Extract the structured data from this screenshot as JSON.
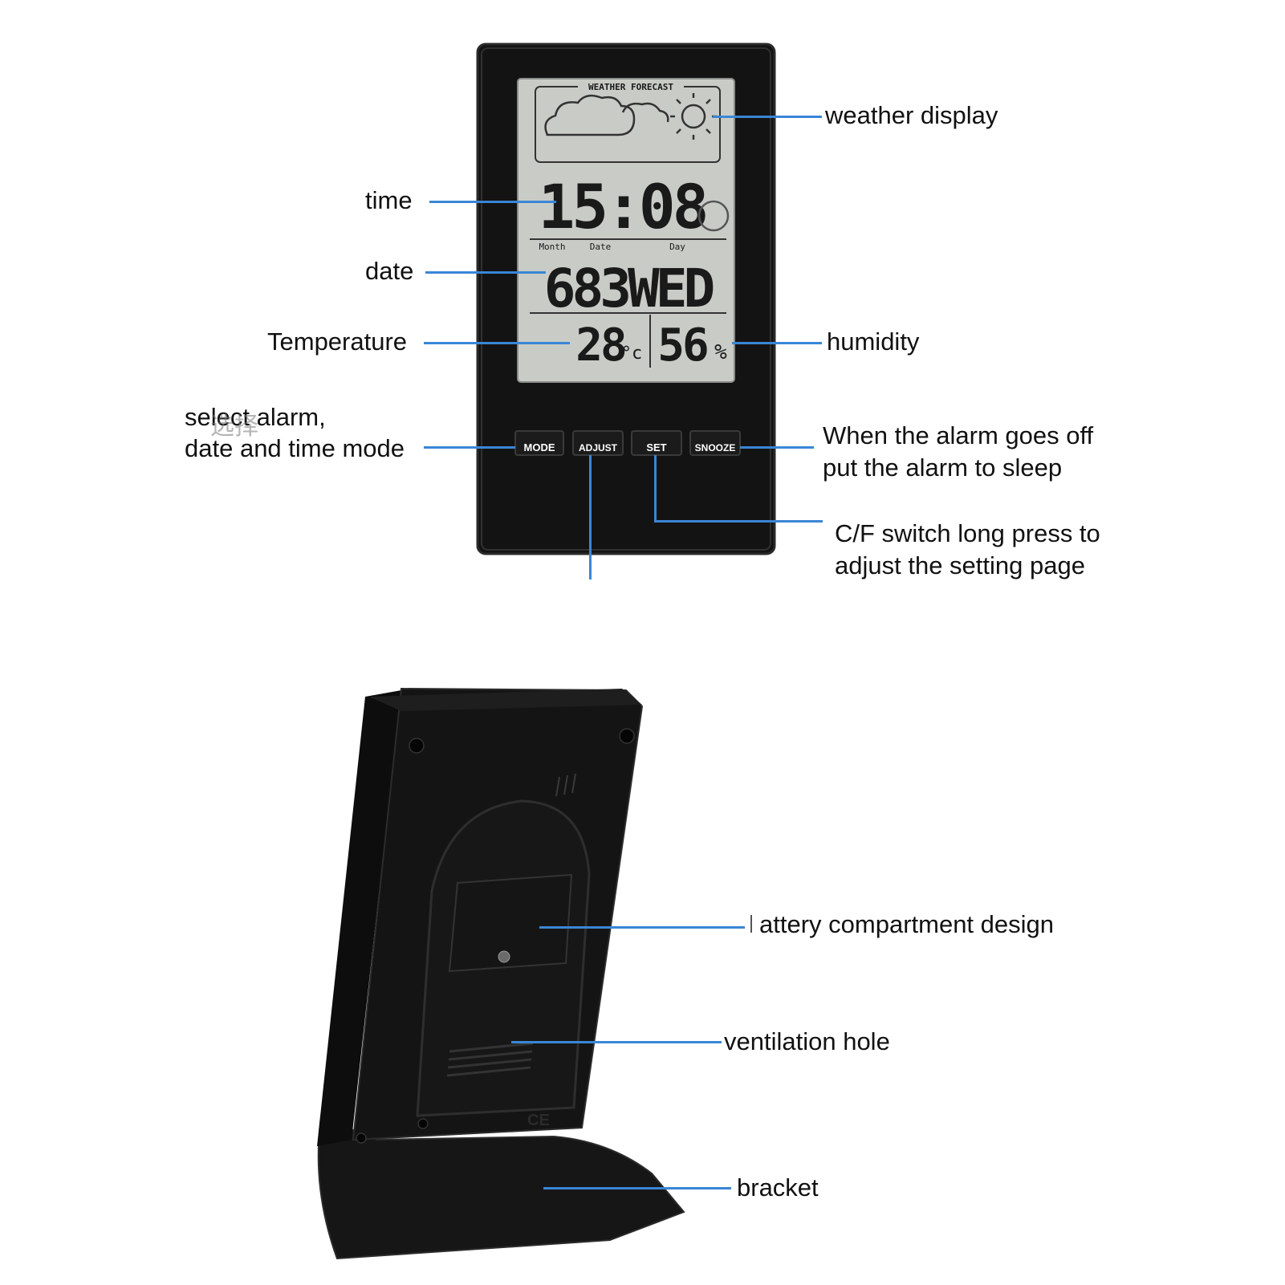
{
  "front": {
    "lcd": {
      "header": "WEATHER FORECAST",
      "time": "15:08",
      "sub_labels": {
        "month": "Month",
        "date": "Date",
        "day": "Day"
      },
      "date_readout": "683WED",
      "temperature": "28",
      "temp_unit": "°c",
      "humidity": "56",
      "humidity_unit": "%"
    },
    "buttons": [
      {
        "label": "MODE"
      },
      {
        "label": "ADJUST"
      },
      {
        "label": "SET"
      },
      {
        "label": "SNOOZE"
      }
    ]
  },
  "callouts": {
    "weather_display": "weather display",
    "time": "time",
    "date": "date",
    "temperature": "Temperature",
    "humidity": "humidity",
    "mode_line1": "select alarm,",
    "mode_line2": "date and time mode",
    "mode_overlay": "选择",
    "snooze_line1": "When the alarm goes off",
    "snooze_line2": "put the alarm to sleep",
    "set_line1": "C/F switch long press to",
    "set_line2": "adjust the setting page",
    "battery": "attery compartment design",
    "ventilation": "ventilation hole",
    "bracket": "bracket"
  },
  "colors": {
    "leader_line": "#3a86d6",
    "device": "#121212",
    "lcd": "#c9ccc6"
  }
}
